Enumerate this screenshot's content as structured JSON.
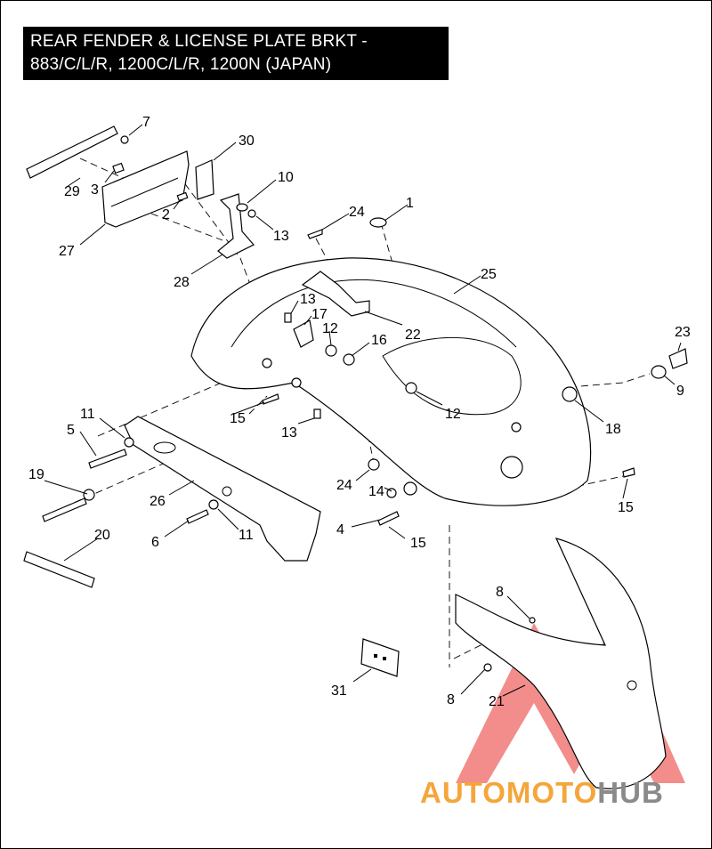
{
  "title": {
    "line1": "REAR FENDER & LICENSE PLATE BRKT -",
    "line2": "883/C/L/R, 1200C/L/R, 1200N (JAPAN)"
  },
  "callouts": [
    "7",
    "29",
    "3",
    "30",
    "10",
    "2",
    "13",
    "27",
    "24",
    "1",
    "28",
    "25",
    "13",
    "17",
    "12",
    "16",
    "22",
    "23",
    "9",
    "11",
    "5",
    "15",
    "13",
    "12",
    "18",
    "19",
    "26",
    "24",
    "14",
    "15",
    "4",
    "15",
    "6",
    "11",
    "20",
    "8",
    "31",
    "8",
    "21"
  ],
  "logo": {
    "part1": "AUTO",
    "part2": "MOTO",
    "part3": "HUB"
  },
  "colors": {
    "logo_red": "#e8302c",
    "logo_orange": "#f4a63b",
    "logo_gray": "#8a8a8a"
  }
}
